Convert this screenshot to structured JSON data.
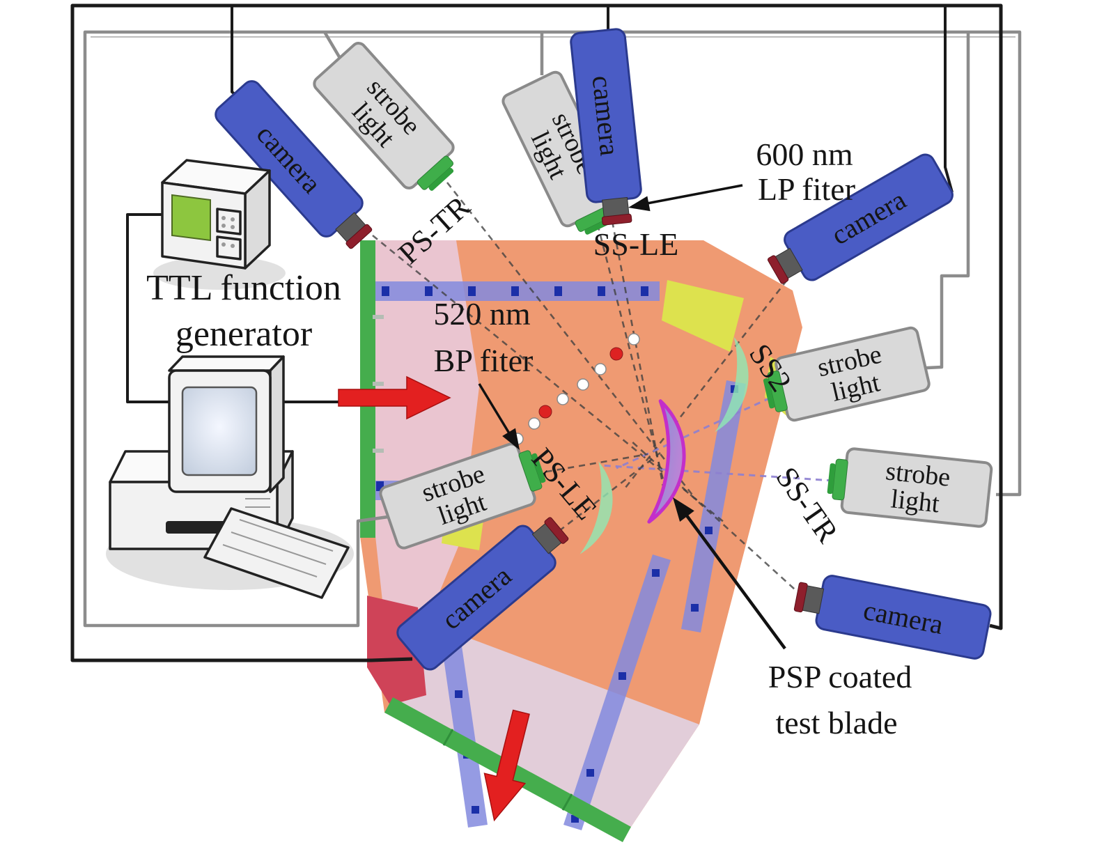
{
  "figure": {
    "equipment": {
      "camera_label": "camera",
      "strobe_line1": "strobe",
      "strobe_line2": "light",
      "ttl_line1": "TTL function",
      "ttl_line2": "generator"
    },
    "annotations": {
      "ps_tr": "PS-TR",
      "ss_le": "SS-LE",
      "ss2": "SS2",
      "ss_tr": "SS-TR",
      "ps_le": "PS-LE",
      "lp_filter_line1": "600 nm",
      "lp_filter_line2": "LP fiter",
      "bp_filter_line1": "520 nm",
      "bp_filter_line2": "BP fiter",
      "blade_line1": "PSP coated",
      "blade_line2": "test blade"
    },
    "colors": {
      "camera_blue": "#4a5cc5",
      "camera_border": "#2b3a8e",
      "strobe_gray": "#d9d9d9",
      "strobe_border": "#8a8a8a",
      "section_salmon": "#ef9a72",
      "section_pink": "#eac5d0",
      "section_pale": "#e2cdd9",
      "stripe_blue": "#8289de",
      "stripe_dot_blue": "#1b2fa8",
      "rail_green": "#45ad4d",
      "corner_yellow": "#dde24e",
      "patch_red": "#cf4358",
      "arrow_red": "#e32020",
      "blade_magenta": "#c32fc9",
      "blade_green": "#90e8b4",
      "wire_black": "#1a1a1a",
      "wire_gray": "#8c8c8c",
      "lens_gray": "#5a5a5a",
      "filter_dark_red": "#8e1f2c",
      "filter_green": "#3fae4a",
      "screen_green": "#8dc63f"
    }
  }
}
